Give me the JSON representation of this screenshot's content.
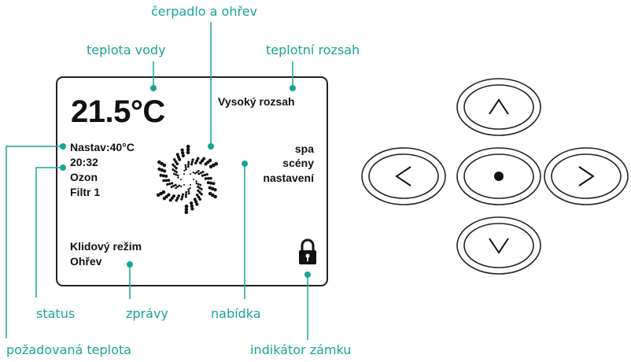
{
  "callouts": {
    "pump_heater": "čerpadlo a ohřev",
    "water_temp": "teplota vody",
    "temp_range": "teplotní rozsah",
    "status": "status",
    "messages": "zprávy",
    "menu": "nabídka",
    "set_temp": "požadovaná teplota",
    "lock_indicator": "indikátor zámku"
  },
  "screen": {
    "water_temp": "21.5°C",
    "temp_range": "Vysoký rozsah",
    "status_lines": [
      "Nastav:40°C",
      "20:32",
      "Ozon",
      "Filtr 1"
    ],
    "menu_items": [
      "spa",
      "scény",
      "nastavení"
    ],
    "messages": [
      "Klidový režim",
      "Ohřev"
    ]
  },
  "colors": {
    "callout": "#16a596",
    "frame": "#222222",
    "text": "#111111"
  },
  "icons": {
    "pump": "swirl-pump-icon",
    "lock": "padlock-icon",
    "buttons": [
      "arrow-up-icon",
      "arrow-left-icon",
      "dot-select-icon",
      "arrow-right-icon",
      "arrow-down-icon"
    ]
  }
}
